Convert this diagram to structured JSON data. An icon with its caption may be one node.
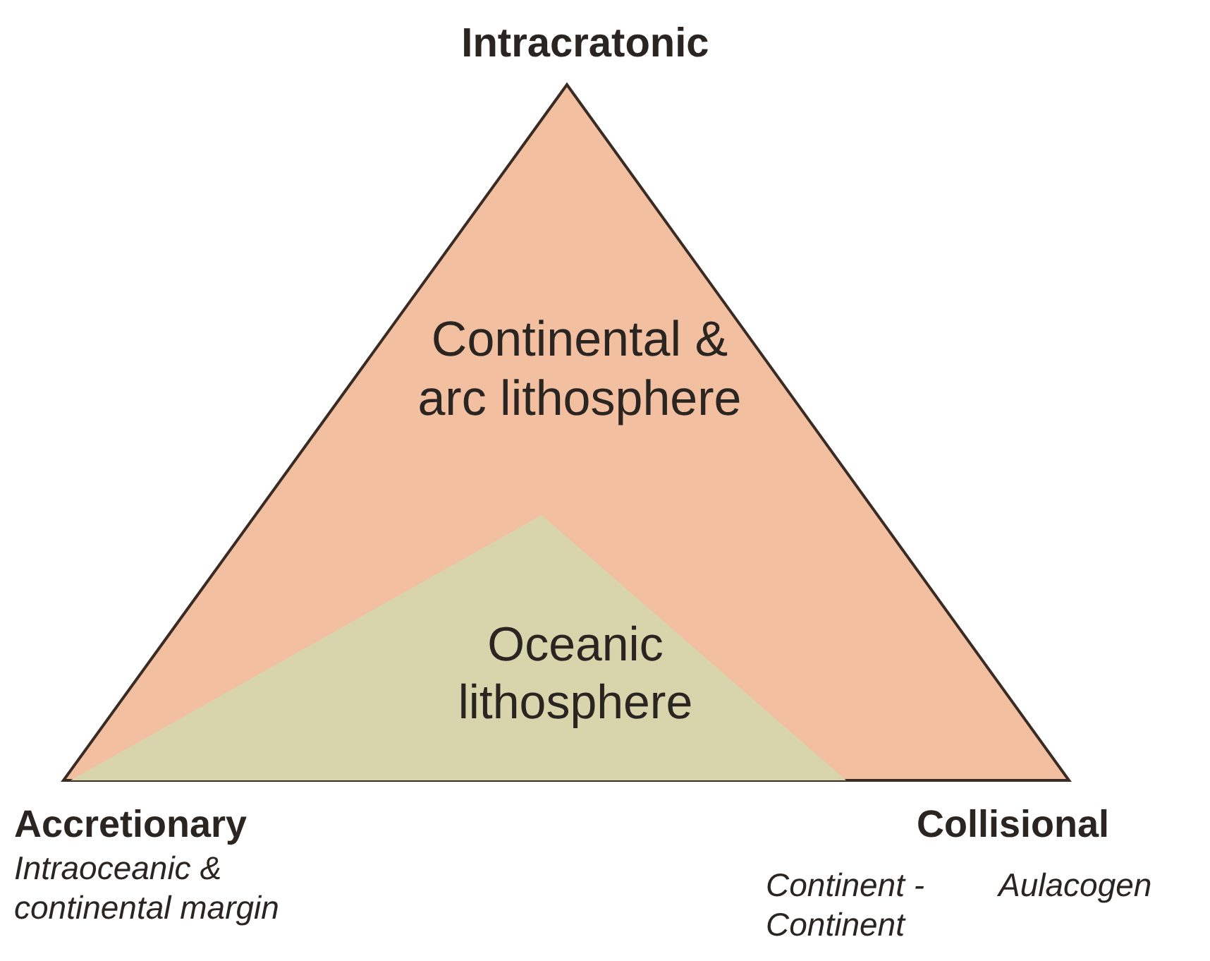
{
  "diagram": {
    "nodes": [
      {
        "text": [
          "Continental & arc lithosphere"
        ]
      },
      {
        "text": [
          "Oceanic lithosphere"
        ],
        "in": 0
      }
    ],
    "labels": [
      "Intracratonic",
      "Accretionary",
      "Intraoceanic & continental margin",
      "Collisional",
      "Continent - Continent",
      "Aulacogen"
    ]
  }
}
